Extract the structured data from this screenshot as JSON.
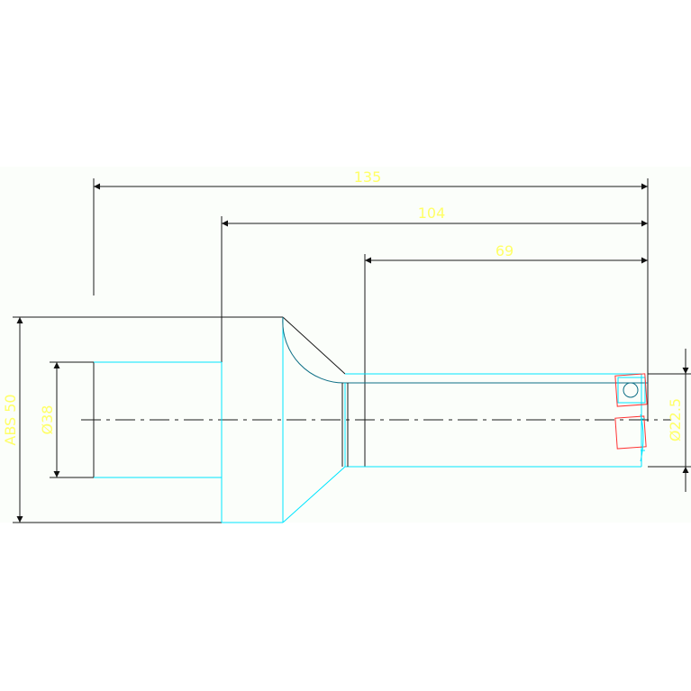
{
  "drawing": {
    "background": "#fbfefa",
    "colors": {
      "dimension_text": "#ffff66",
      "black_lines": "#1a1a1a",
      "cyan_lines": "#00e5ff",
      "teal_lines": "#0e6f86",
      "red_lines": "#ff3333"
    },
    "dimensions": {
      "overall_length": "135",
      "length_104": "104",
      "length_69": "69",
      "abs_height": "ABS 50",
      "bore_diameter": "Ø38",
      "shaft_diameter": "Ø22.5"
    }
  }
}
